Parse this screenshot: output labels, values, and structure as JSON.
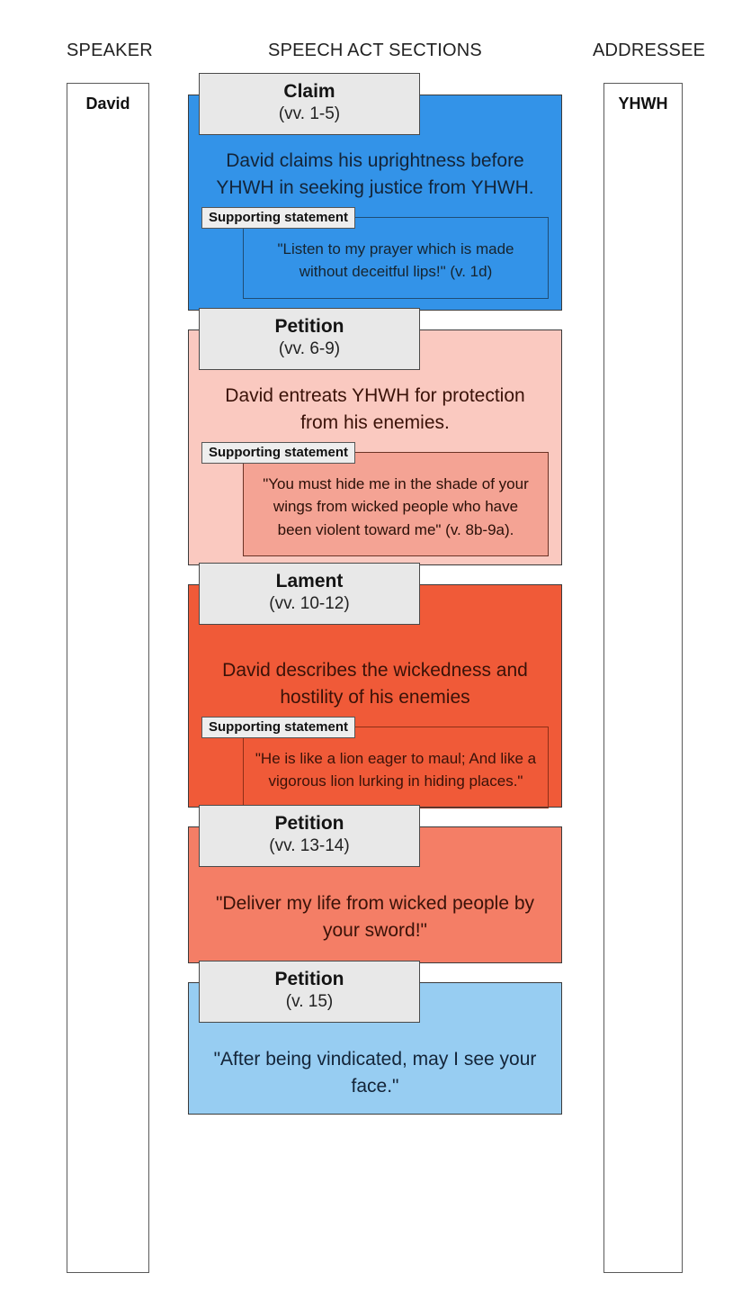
{
  "headings": {
    "speaker": "SPEAKER",
    "sections": "SPEECH ACT SECTIONS",
    "addressee": "ADDRESSEE"
  },
  "parties": {
    "speaker": "David",
    "addressee": "YHWH"
  },
  "labels": {
    "supporting_statement": "Supporting statement"
  },
  "colors": {
    "claim": "#3393e8",
    "petition_1": "#fac9c0",
    "petition_1_support": "#f4a394",
    "lament": "#f05a38",
    "petition_2": "#f47e66",
    "petition_3": "#97cdf2",
    "tab_grey": "#e8e8e8",
    "border": "#3b3b3b"
  },
  "sections": [
    {
      "id": "claim",
      "title": "Claim",
      "verses": "(vv. 1-5)",
      "summary": "David claims his uprightness before YHWH in seeking justice from YHWH.",
      "support_label": "Supporting statement",
      "support_text": "\"Listen to my prayer which is made without deceitful lips!\" (v. 1d)"
    },
    {
      "id": "petition_1",
      "title": "Petition",
      "verses": "(vv. 6-9)",
      "summary": "David entreats YHWH for protection from his enemies.",
      "support_label": "Supporting statement",
      "support_text": "\"You must hide me in the shade of your wings from wicked people who have been violent toward me\" (v. 8b-9a)."
    },
    {
      "id": "lament",
      "title": "Lament",
      "verses": "(vv. 10-12)",
      "summary": "David describes the wickedness and hostility of his enemies",
      "support_label": "Supporting statement",
      "support_text": "\"He is like a lion eager to maul; And like a vigorous lion lurking in hiding places.\""
    },
    {
      "id": "petition_2",
      "title": "Petition",
      "verses": "(vv. 13-14)",
      "summary": "\"Deliver my life from wicked people by your sword!\"",
      "support_label": null,
      "support_text": null
    },
    {
      "id": "petition_3",
      "title": "Petition",
      "verses": "(v. 15)",
      "summary": "\"After being vindicated, may I see your face.\"",
      "support_label": null,
      "support_text": null
    }
  ]
}
